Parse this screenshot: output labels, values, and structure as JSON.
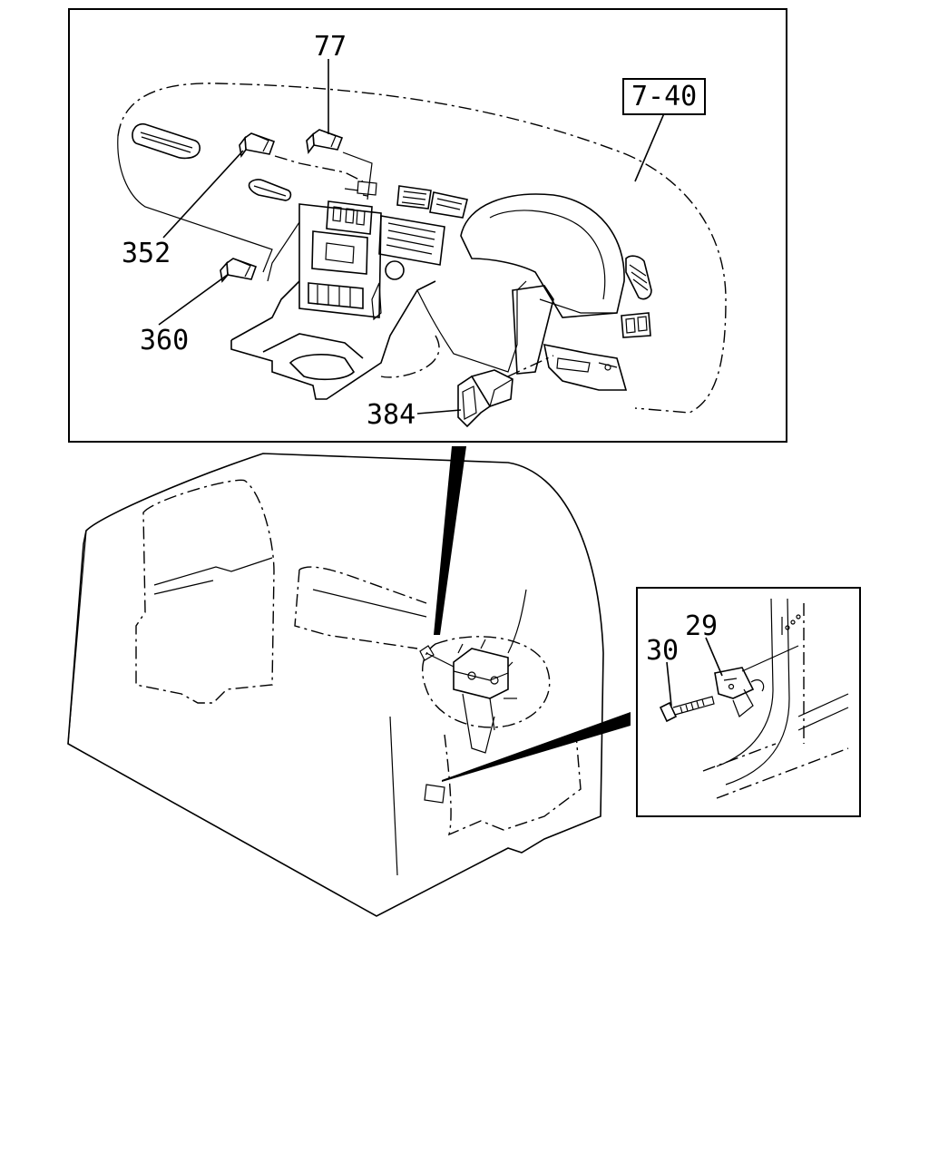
{
  "diagram": {
    "reference": "7-40",
    "callouts": {
      "c77": "77",
      "c352": "352",
      "c360": "360",
      "c384": "384",
      "c29": "29",
      "c30": "30"
    }
  }
}
